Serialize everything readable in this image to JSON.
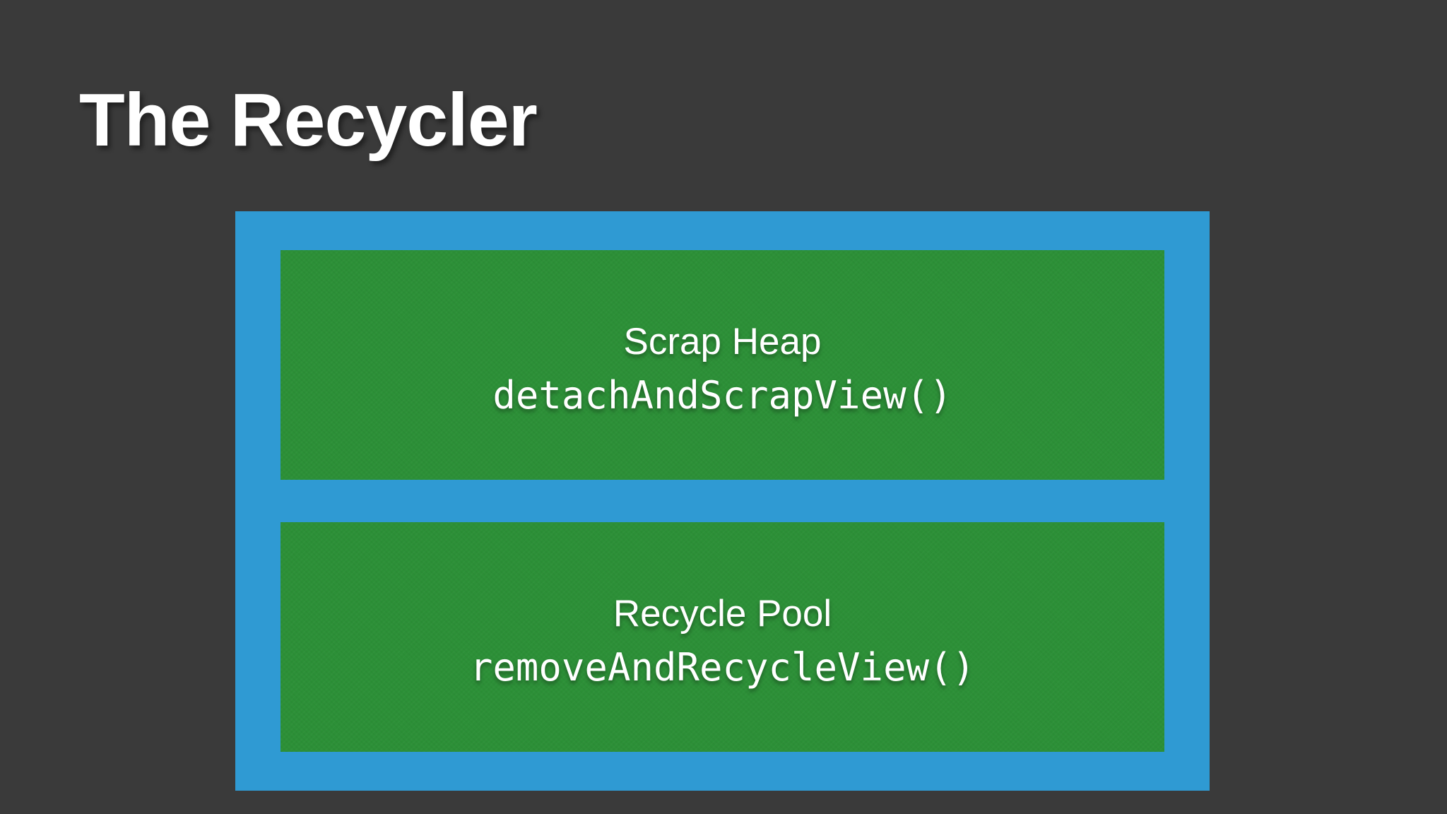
{
  "slide": {
    "title": "The Recycler",
    "diagram": {
      "container": "recycler",
      "stages": [
        {
          "label": "Scrap Heap",
          "method": "detachAndScrapView()"
        },
        {
          "label": "Recycle Pool",
          "method": "removeAndRecycleView()"
        }
      ]
    },
    "colors": {
      "background": "#3A3A3A",
      "container_blue": "#2F9AD3",
      "stage_green": "#2C9037",
      "text": "#FFFFFF"
    }
  }
}
